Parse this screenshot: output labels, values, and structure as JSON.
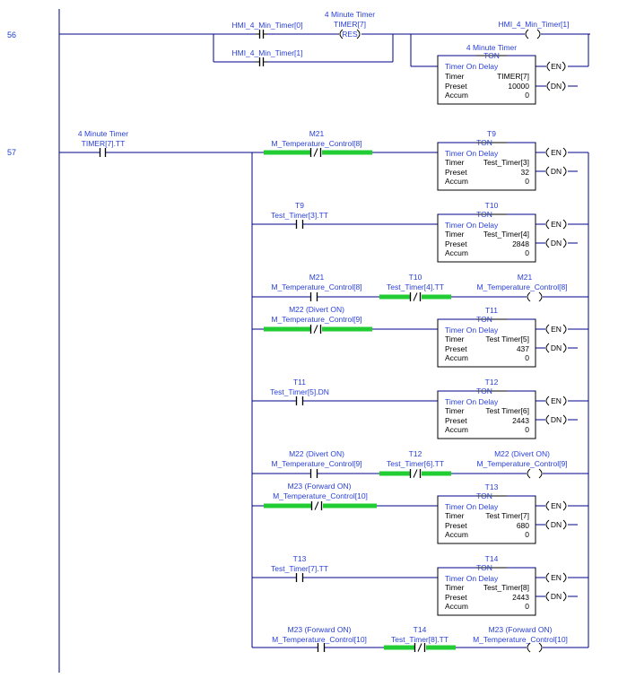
{
  "rung_numbers": [
    "56",
    "57"
  ],
  "rung56": {
    "c1": {
      "a": "HMI_4_Min_Timer[0]"
    },
    "c2": {
      "a": "HMI_4_Min_Timer[1]"
    },
    "res": {
      "h": "4 Minute Timer",
      "a": "TIMER[7]",
      "label": "RES"
    },
    "coil": {
      "a": "HMI_4_Min_Timer[1]"
    },
    "ton": {
      "title": "4 Minute Timer",
      "type": "TON",
      "name": "Timer On Delay",
      "timer": "TIMER[7]",
      "preset": "10000",
      "accum": "0",
      "en": "EN",
      "dn": "DN"
    }
  },
  "rung57": {
    "in": {
      "h": "4 Minute Timer",
      "a": "TIMER[7].TT"
    },
    "b1": {
      "c": {
        "h": "M21",
        "a": "M_Temperature_Control[8]"
      },
      "ton": {
        "title": "T9",
        "type": "TON",
        "name": "Timer On Delay",
        "timer": "Test_Timer[3]",
        "preset": "32",
        "accum": "0",
        "en": "EN",
        "dn": "DN"
      }
    },
    "b2": {
      "c": {
        "h": "T9",
        "a": "Test_Timer[3].TT"
      },
      "ton": {
        "title": "T10",
        "type": "TON",
        "name": "Timer On Delay",
        "timer": "Test_Timer[4]",
        "preset": "2848",
        "accum": "0",
        "en": "EN",
        "dn": "DN"
      }
    },
    "b3": {
      "c1": {
        "h": "M21",
        "a": "M_Temperature_Control[8]"
      },
      "c2": {
        "h": "T10",
        "a": "Test_Timer[4].TT"
      },
      "coil": {
        "h": "M21",
        "a": "M_Temperature_Control[8]"
      }
    },
    "b4": {
      "c": {
        "h": "M22 (Divert ON)",
        "a": "M_Temperature_Control[9]"
      },
      "ton": {
        "title": "T11",
        "type": "TON",
        "name": "Timer On Delay",
        "timer": "Test Timer[5]",
        "preset": "437",
        "accum": "0",
        "en": "EN",
        "dn": "DN"
      }
    },
    "b5": {
      "c": {
        "h": "T11",
        "a": "Test_Timer[5].DN"
      },
      "ton": {
        "title": "T12",
        "type": "TON",
        "name": "Timer On Delay",
        "timer": "Test Timer[6]",
        "preset": "2443",
        "accum": "0",
        "en": "EN",
        "dn": "DN"
      }
    },
    "b6": {
      "c1": {
        "h": "M22 (Divert ON)",
        "a": "M_Temperature_Control[9]"
      },
      "c2": {
        "h": "T12",
        "a": "Test_Timer[6].TT"
      },
      "coil": {
        "h": "M22 (Divert ON)",
        "a": "M_Temperature_Control[9]"
      }
    },
    "b7": {
      "c": {
        "h": "M23  (Forward ON)",
        "a": "M_Temperature_Control[10]"
      },
      "ton": {
        "title": "T13",
        "type": "TON",
        "name": "Timer On Delay",
        "timer": "Test Timer[7]",
        "preset": "680",
        "accum": "0",
        "en": "EN",
        "dn": "DN"
      }
    },
    "b8": {
      "c": {
        "h": "T13",
        "a": "Test_Timer[7].TT"
      },
      "ton": {
        "title": "T14",
        "type": "TON",
        "name": "Timer On Delay",
        "timer": "Test_Timer[8]",
        "preset": "2443",
        "accum": "0",
        "en": "EN",
        "dn": "DN"
      }
    },
    "b9": {
      "c1": {
        "h": "M23  (Forward ON)",
        "a": "M_Temperature_Control[10]"
      },
      "c2": {
        "h": "T14",
        "a": "Test_Timer[8].TT"
      },
      "coil": {
        "h": "M23  (Forward ON)",
        "a": "M_Temperature_Control[10]"
      }
    }
  },
  "labels": {
    "timer": "Timer",
    "preset": "Preset",
    "accum": "Accum"
  },
  "colors": {
    "energized": "#22cc33",
    "wire": "#00008b",
    "rung_number": "#1a3cc8",
    "instruction_text": "#2a40d8"
  }
}
